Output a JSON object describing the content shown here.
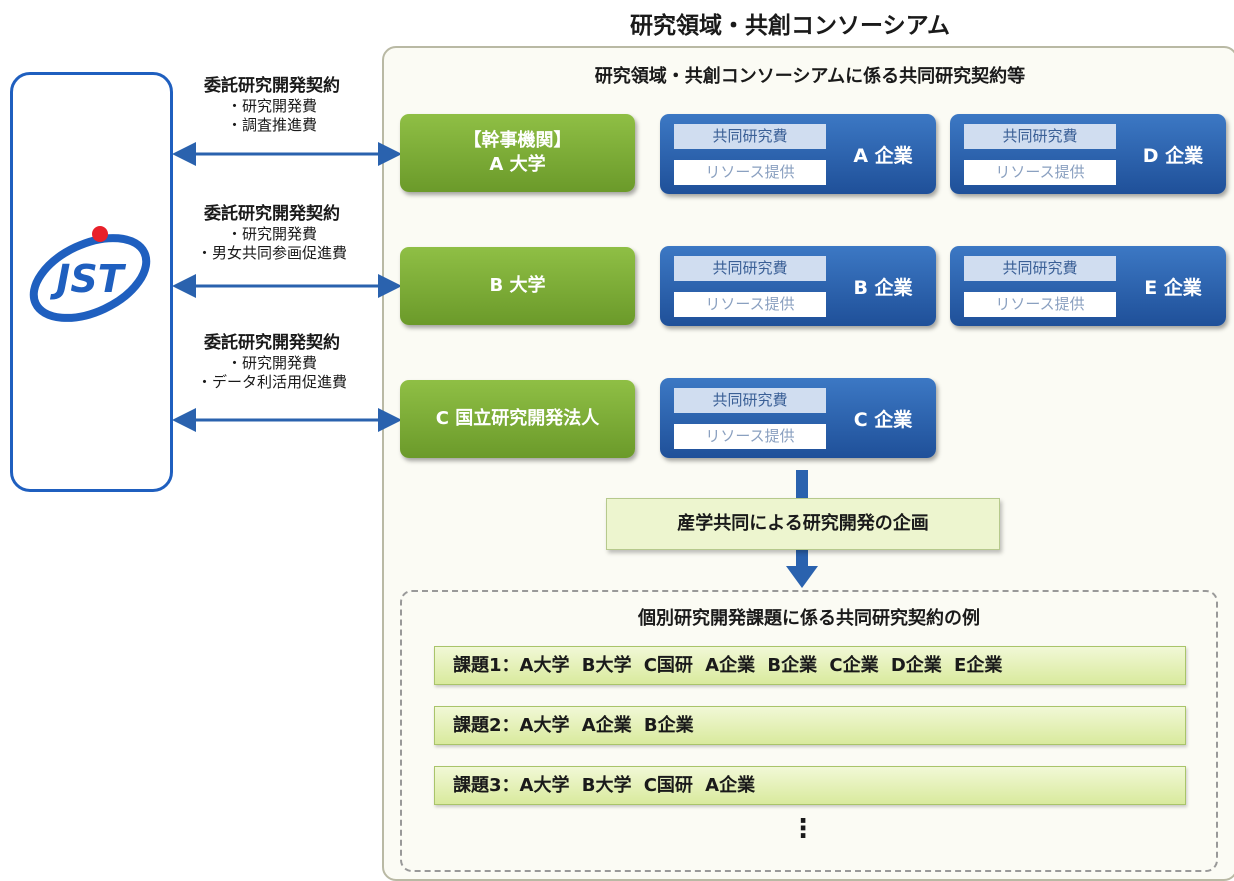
{
  "title": "研究領域・共創コンソーシアム",
  "logo": {
    "text": "JST"
  },
  "consortium": {
    "subtitle": "研究領域・共創コンソーシアムに係る共同研究契約等",
    "universities": [
      {
        "line1": "【幹事機関】",
        "line2": "A 大学"
      },
      {
        "line1": "",
        "line2": "B 大学"
      },
      {
        "line1": "",
        "line2": "C 国立研究開発法人"
      }
    ],
    "companies": [
      {
        "tag1": "共同研究費",
        "tag2": "リソース提供",
        "name": "A 企業"
      },
      {
        "tag1": "共同研究費",
        "tag2": "リソース提供",
        "name": "D 企業"
      },
      {
        "tag1": "共同研究費",
        "tag2": "リソース提供",
        "name": "B 企業"
      },
      {
        "tag1": "共同研究費",
        "tag2": "リソース提供",
        "name": "E 企業"
      },
      {
        "tag1": "共同研究費",
        "tag2": "リソース提供",
        "name": "C 企業"
      }
    ],
    "planning": "産学共同による研究開発の企画",
    "examples_title": "個別研究開発課題に係る共同研究契約の例",
    "tasks": [
      "課題1：A大学 B大学 C国研 A企業 B企業 C企業 D企業 E企業",
      "課題2：A大学 A企業 B企業",
      "課題3：A大学 B大学 C国研 A企業"
    ],
    "ellipsis": "⋮"
  },
  "contracts": [
    {
      "head": "委託研究開発契約",
      "items": [
        "・研究開発費",
        "・調査推進費"
      ]
    },
    {
      "head": "委託研究開発契約",
      "items": [
        "・研究開発費",
        "・男女共同参画促進費"
      ]
    },
    {
      "head": "委託研究開発契約",
      "items": [
        "・研究開発費",
        "・データ利活用促進費"
      ]
    }
  ],
  "colors": {
    "green": "#7aaa36",
    "blue": "#2a62ae",
    "arrow": "#2a62ae",
    "jst_red": "#e8202a"
  }
}
